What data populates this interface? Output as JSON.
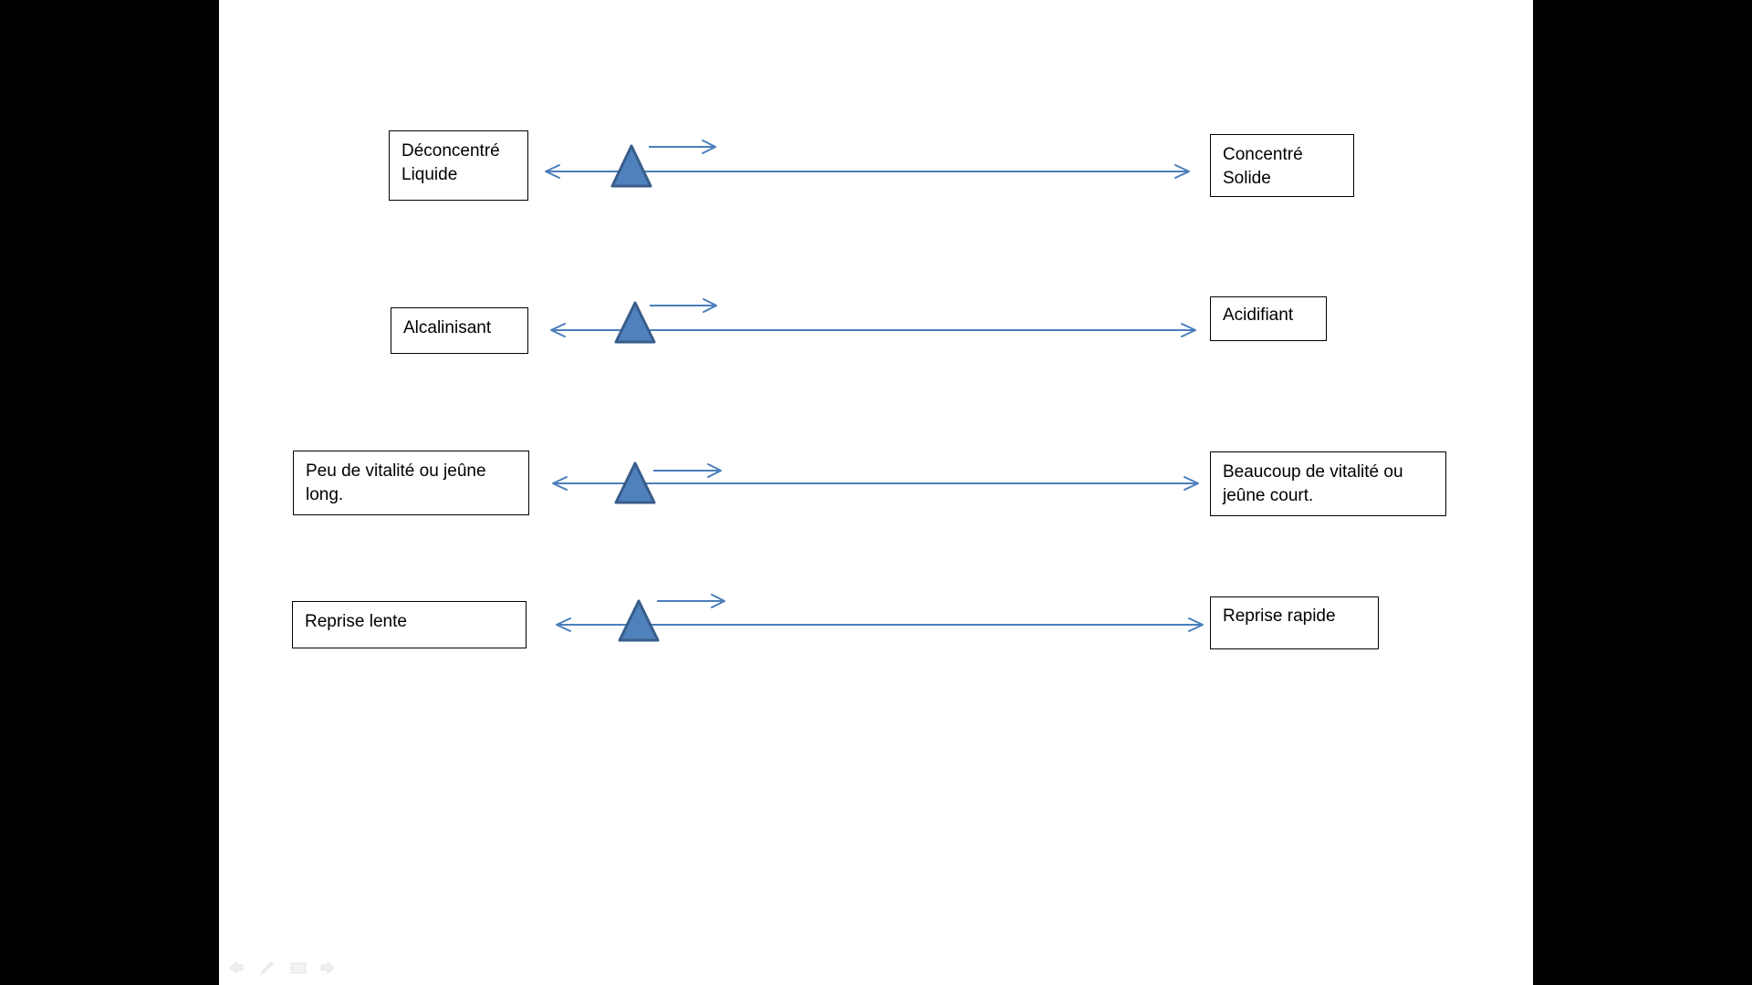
{
  "scales": [
    {
      "left_label_lines": [
        "Déconcentré",
        "Liquide"
      ],
      "right_label_lines": [
        "Concentré",
        "Solide"
      ]
    },
    {
      "left_label_lines": [
        "Alcalinisant"
      ],
      "right_label_lines": [
        "Acidifiant"
      ]
    },
    {
      "left_label_lines": [
        "Peu de vitalité ou jeûne",
        "long."
      ],
      "right_label_lines": [
        "Beaucoup de vitalité ou",
        "jeûne court."
      ]
    },
    {
      "left_label_lines": [
        "Reprise lente"
      ],
      "right_label_lines": [
        "Reprise rapide"
      ]
    }
  ],
  "colors": {
    "arrow": "#4A7EBB",
    "marker_fill": "#4F81BD",
    "marker_stroke": "#385D8A"
  },
  "icons": [
    "previous-icon",
    "pen-icon",
    "menu-icon",
    "next-icon"
  ]
}
